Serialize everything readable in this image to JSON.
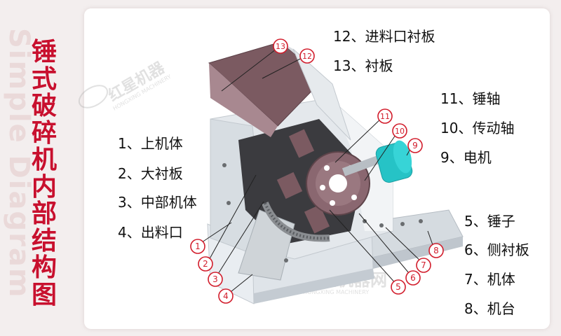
{
  "title": "锤式破碎机内部结构图",
  "background_word": "Simple Diagram",
  "watermark_main": "红星机器",
  "watermark_sub": "HONGXING MACHINERY",
  "bottom_watermark": "红星机器网",
  "labels_left": [
    "1、上机体",
    "2、大衬板",
    "3、中部机体",
    "4、出料口"
  ],
  "labels_top": [
    "12、进料口衬板",
    "13、衬板"
  ],
  "labels_right_top": [
    "11、锤轴",
    "10、传动轴",
    "9、电机"
  ],
  "labels_right_bottom": [
    "5、锤子",
    "6、侧衬板",
    "7、机体",
    "8、机台"
  ],
  "markers": [
    "1",
    "2",
    "3",
    "4",
    "5",
    "6",
    "7",
    "8",
    "9",
    "10",
    "11",
    "12",
    "13"
  ],
  "colors": {
    "title": "#c8102e",
    "marker": "#d21d2c",
    "machine": "#e4e8ec",
    "liner": "#7b5a61",
    "motor": "#26c3c6"
  }
}
